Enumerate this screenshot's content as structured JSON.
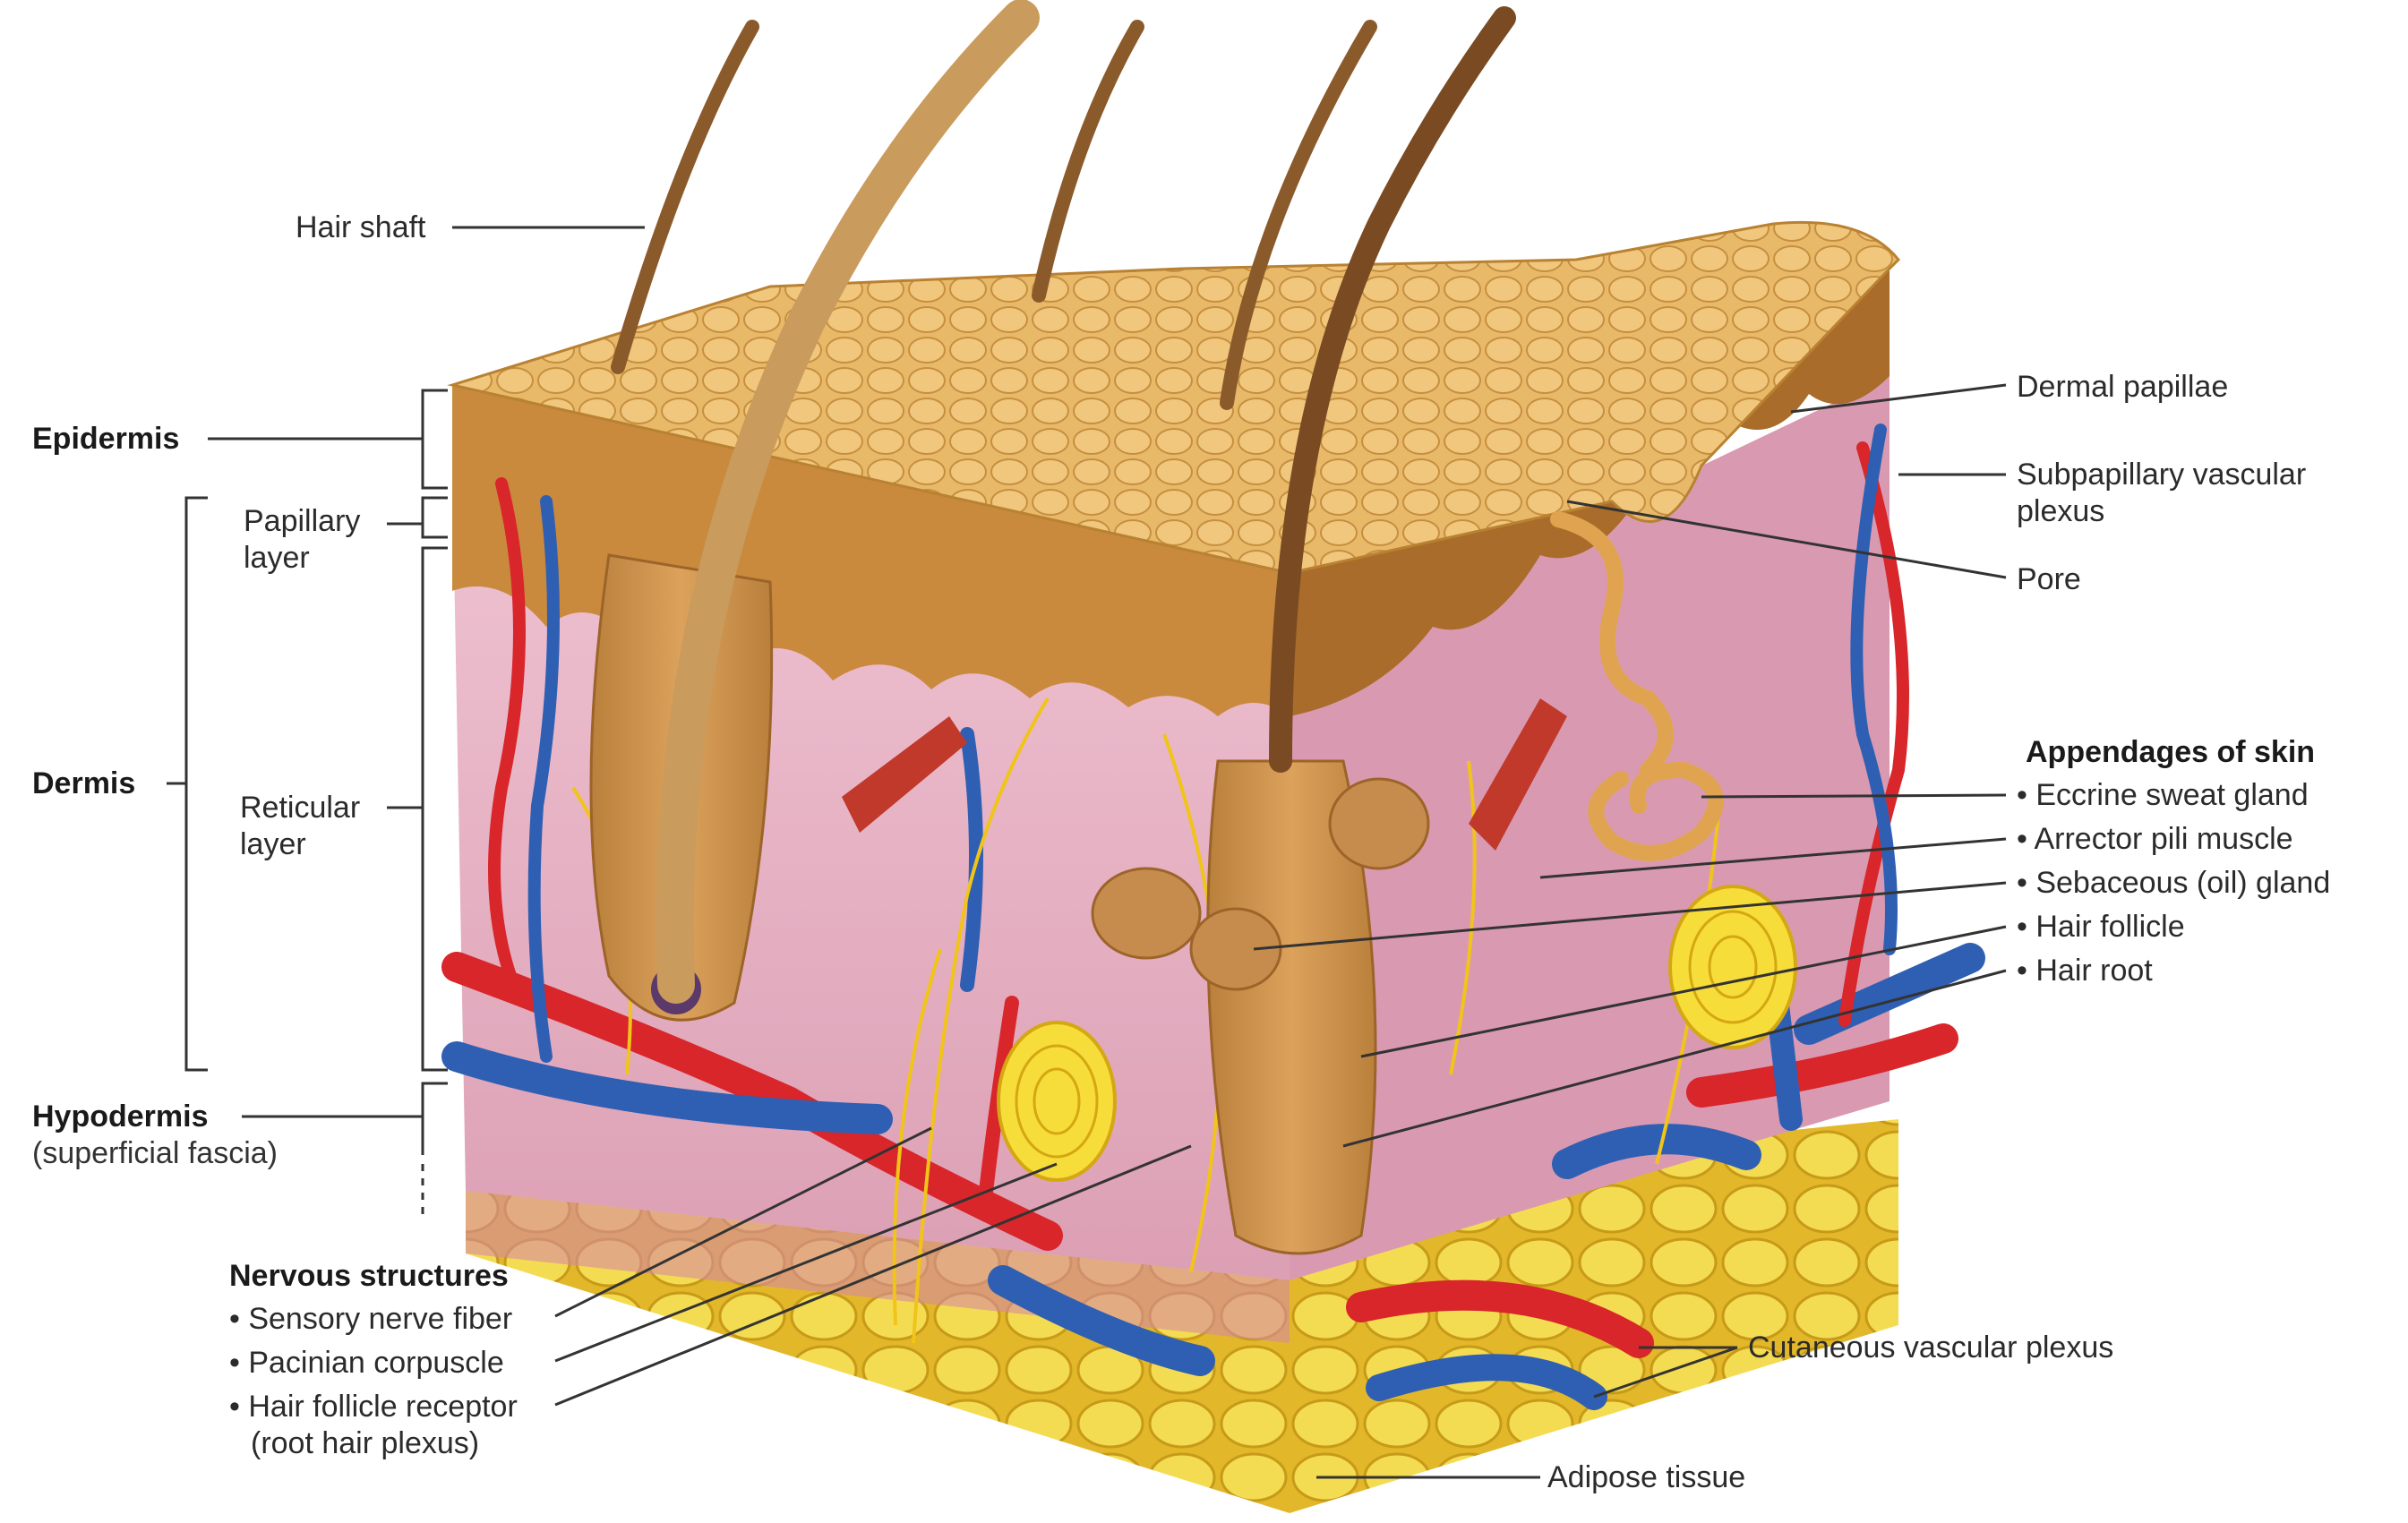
{
  "left_labels": {
    "hair_shaft": "Hair shaft",
    "epidermis": "Epidermis",
    "papillary_layer_line1": "Papillary",
    "papillary_layer_line2": "layer",
    "dermis": "Dermis",
    "reticular_layer_line1": "Reticular",
    "reticular_layer_line2": "layer",
    "hypodermis": "Hypodermis",
    "hypodermis_sub": "(superficial fascia)"
  },
  "nervous_structures": {
    "heading": "Nervous structures",
    "items": [
      "• Sensory nerve fiber",
      "• Pacinian corpuscle",
      "• Hair follicle receptor",
      "(root hair plexus)"
    ]
  },
  "right_labels": {
    "dermal_papillae": "Dermal papillae",
    "subpapillary_line1": "Subpapillary vascular",
    "subpapillary_line2": "plexus",
    "pore": "Pore"
  },
  "appendages": {
    "heading": "Appendages of skin",
    "items": [
      "• Eccrine sweat gland",
      "• Arrector pili muscle",
      "• Sebaceous (oil) gland",
      "• Hair follicle",
      "• Hair root"
    ]
  },
  "bottom_labels": {
    "cutaneous_vascular_plexus": "Cutaneous vascular plexus",
    "adipose_tissue": "Adipose tissue"
  },
  "colors": {
    "epidermis_top": "#e9b96a",
    "epidermis_side": "#c98a3e",
    "dermis": "#e9b3c4",
    "dermis_dark": "#d697ad",
    "adipose": "#f2d64a",
    "artery": "#d8262a",
    "vein": "#2f5fb3",
    "nerve": "#f0c419",
    "hair": "#8a5a2b",
    "leader_line": "#333333"
  }
}
